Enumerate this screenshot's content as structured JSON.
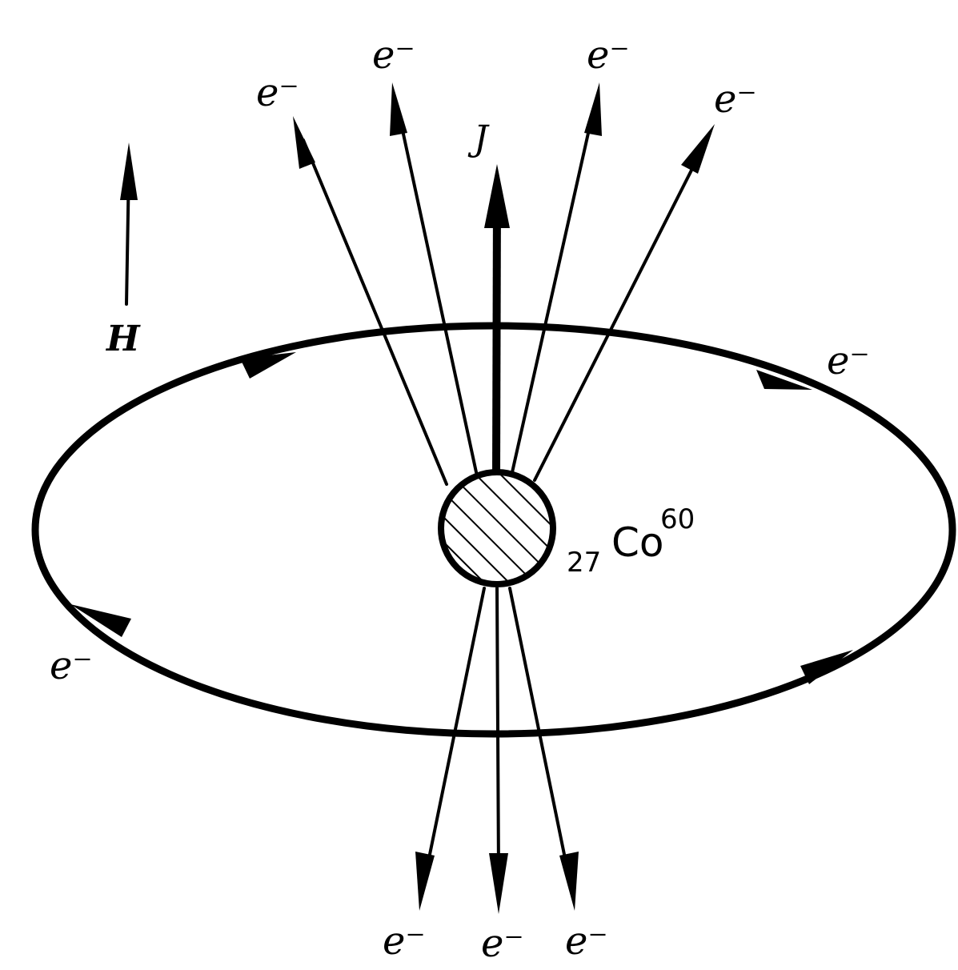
{
  "figure": {
    "field_label": "H",
    "spin_label": "J",
    "nucleus": {
      "atomic_number": "27",
      "symbol": "Co",
      "mass_number": "60"
    },
    "electron_label": "e⁻",
    "colors": {
      "ink": "#000000",
      "background": "#ffffff"
    }
  }
}
